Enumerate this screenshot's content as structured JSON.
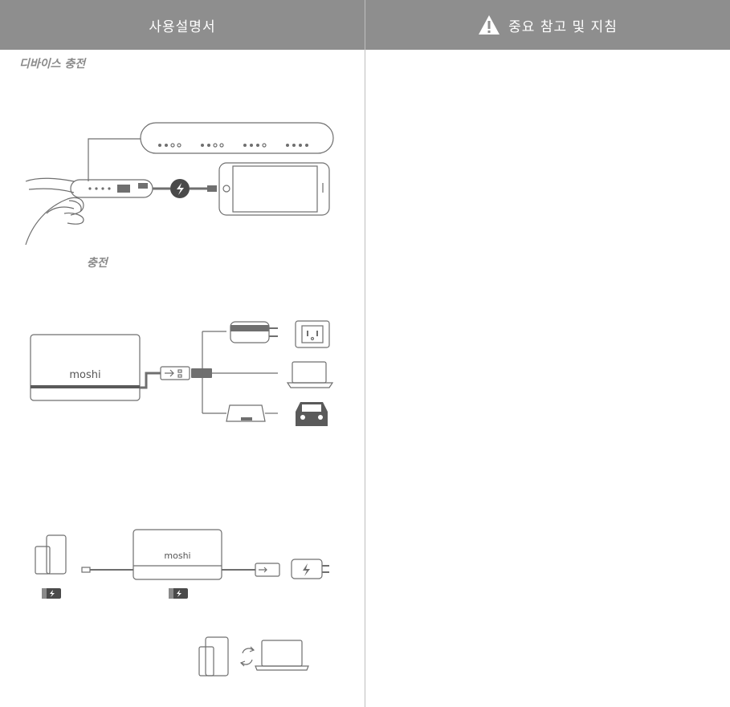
{
  "left_page": {
    "header_title": "사용설명서",
    "section_charge_device": "디바이스 충전",
    "section_charge": "충전",
    "brand_logo_text": "moshi"
  },
  "right_page": {
    "header_title": "중요 참고 및 지침",
    "header_icon": "warning-icon"
  },
  "colors": {
    "header_bg": "#8e8e8e",
    "line_art": "#6f6f6f",
    "label_text": "#8a8a8a"
  }
}
